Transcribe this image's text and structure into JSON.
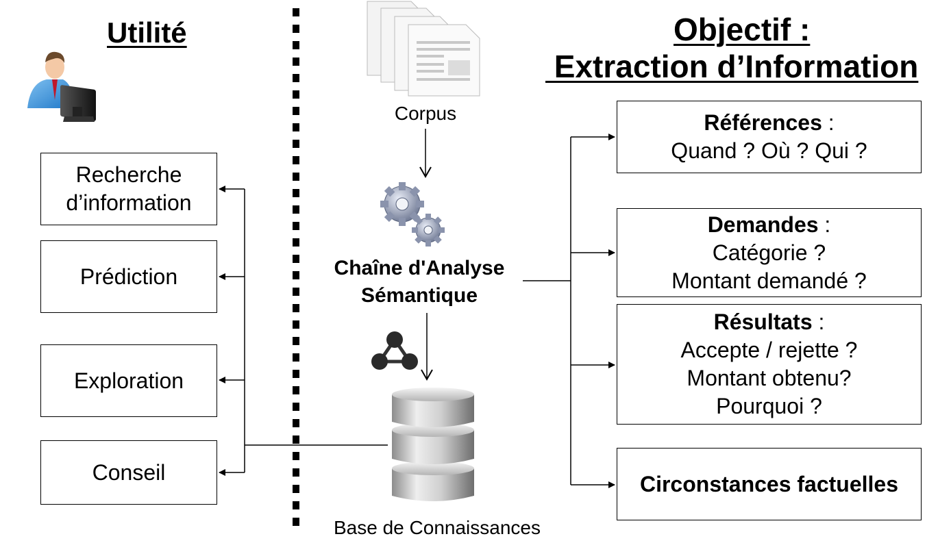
{
  "left": {
    "title": "Utilité",
    "boxes": [
      {
        "line1": "Recherche",
        "line2": "d’information"
      },
      {
        "label": "Prédiction"
      },
      {
        "label": "Exploration"
      },
      {
        "label": "Conseil"
      }
    ]
  },
  "center": {
    "corpus_label": "Corpus",
    "chain_line1": "Chaîne d'Analyse",
    "chain_line2": "Sémantique",
    "kb_label": "Base de Connaissances"
  },
  "right": {
    "title_line1": "Objectif :",
    "title_line2": " Extraction d’Information",
    "boxes": [
      {
        "heading": "Références",
        "sep": " :",
        "lines": [
          "Quand ? Où ? Qui ?"
        ]
      },
      {
        "heading": "Demandes",
        "sep": " :",
        "lines": [
          "Catégorie ?",
          "Montant demandé ?"
        ]
      },
      {
        "heading": "Résultats",
        "sep": " :",
        "lines": [
          "Accepte / rejette ?",
          "Montant obtenu?",
          "Pourquoi ?"
        ]
      },
      {
        "heading": "Circonstances factuelles"
      }
    ]
  },
  "icons": [
    "user-computer-icon",
    "documents-icon",
    "gears-icon",
    "graph-network-icon",
    "database-icon"
  ]
}
